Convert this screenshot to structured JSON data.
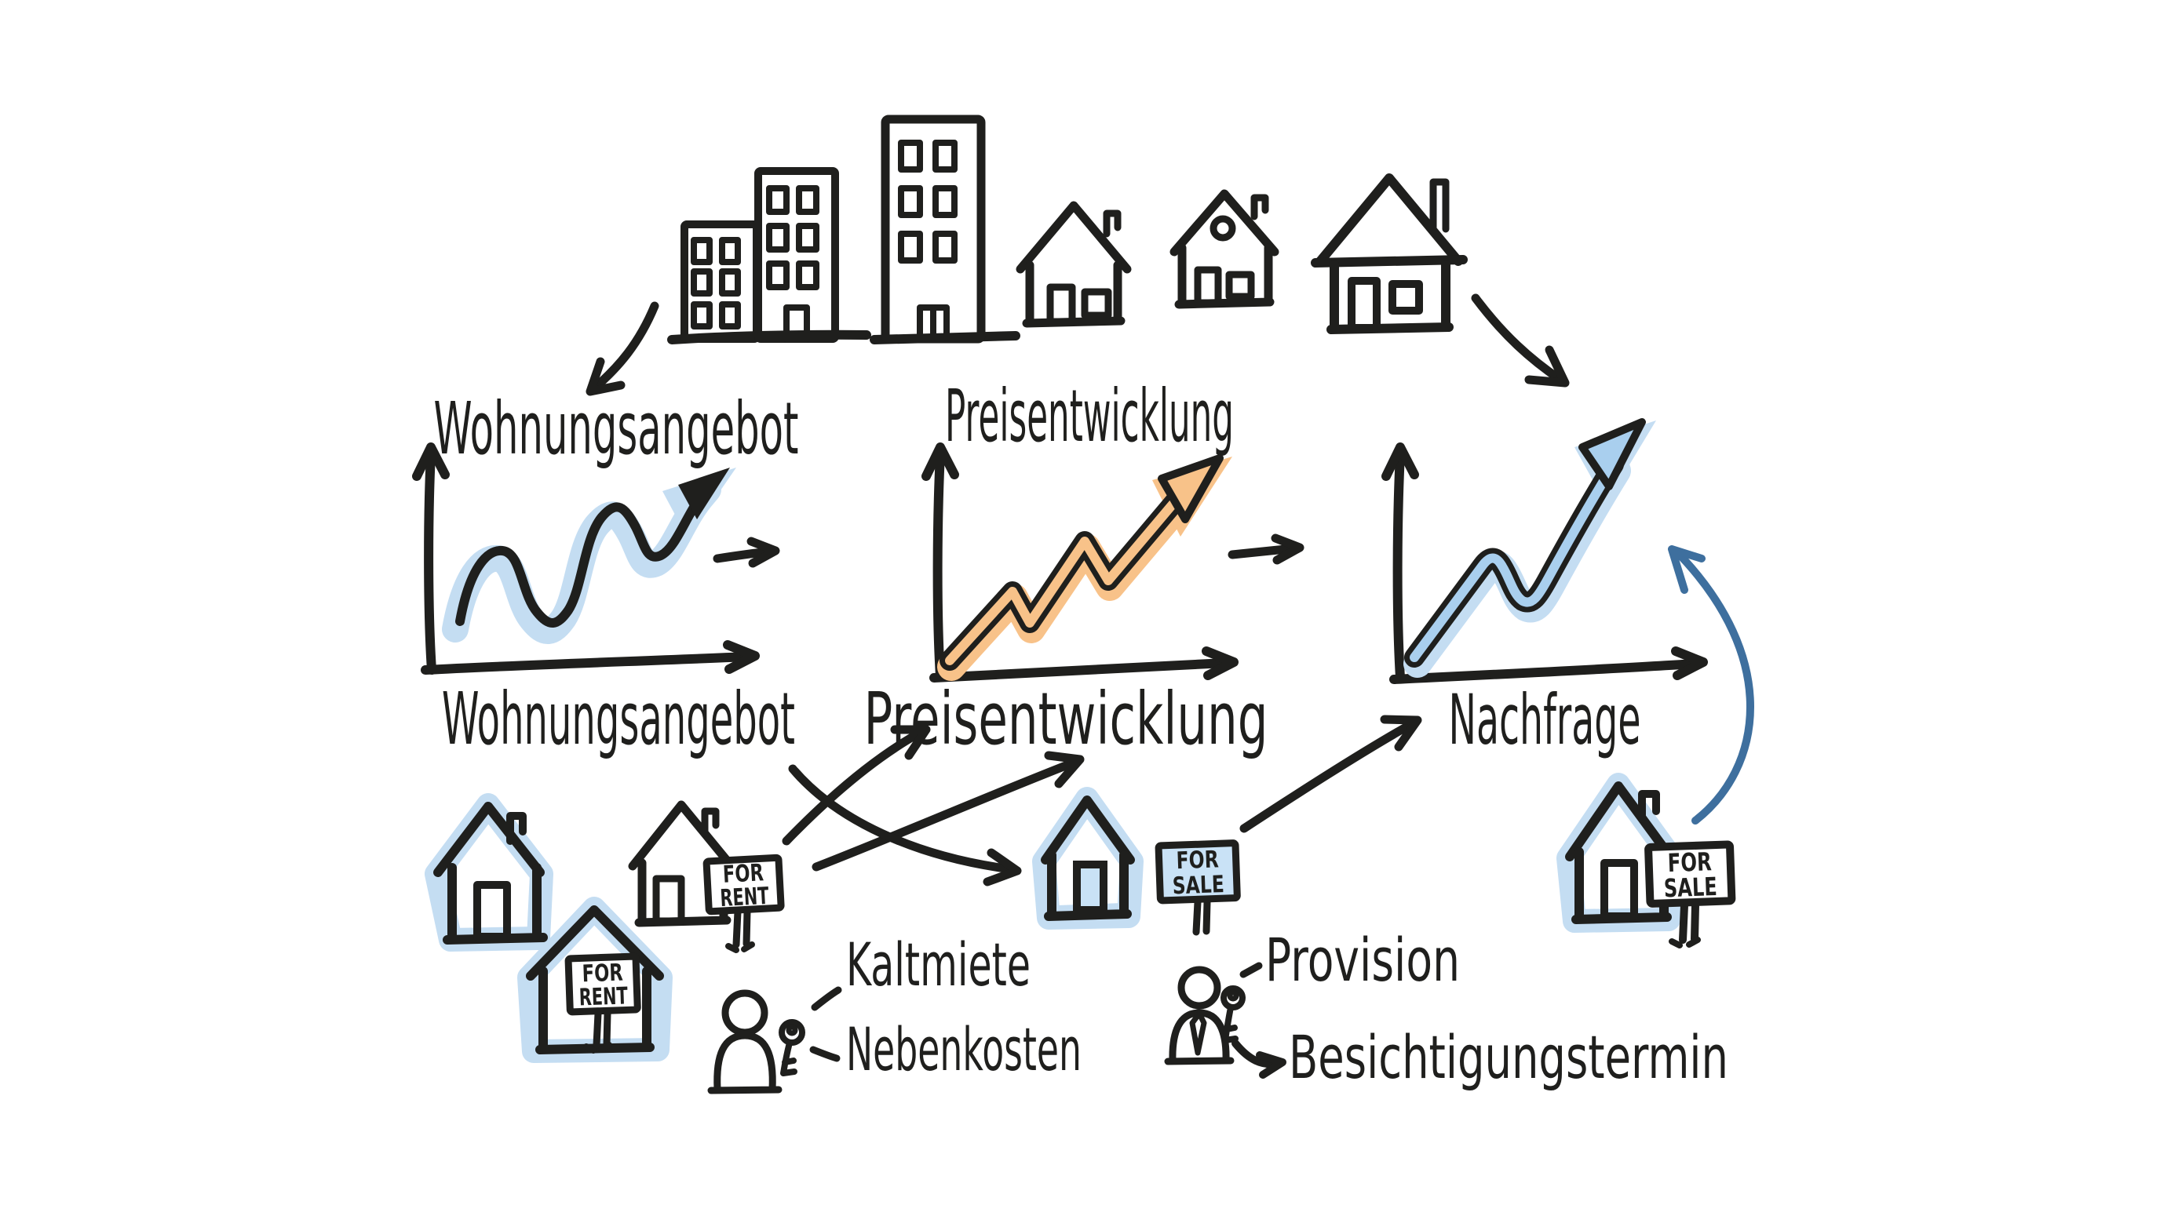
{
  "charts": [
    {
      "type": "line",
      "title_top": "Wohnungsangebot",
      "axis_label": "Wohnungsangebot",
      "trend": "wavy rising curve ending in up-right arrow",
      "accent": "#c4ddf2"
    },
    {
      "type": "line",
      "title_top": "Preisentwicklung",
      "axis_label": "Preisentwicklung",
      "trend": "zigzag rising arrow",
      "accent": "#f8c289"
    },
    {
      "type": "line",
      "title_top": "",
      "axis_label": "Nachfrage",
      "trend": "rising arrow with small dip",
      "accent": "#a9cfee"
    }
  ],
  "signs": {
    "for_rent": {
      "line1": "FOR",
      "line2": "RENT"
    },
    "for_sale": {
      "line1": "FOR",
      "line2": "SALE"
    }
  },
  "annotations": {
    "kaltmiete": "Kaltmiete",
    "nebenkosten": "Nebenkosten",
    "provision": "Provision",
    "besichtigungstermin": "Besichtigungstermin"
  },
  "colors": {
    "ink": "#1f1f1d",
    "halo_blue": "#c4ddf2",
    "core_blue": "#a9cfee",
    "sign_blue": "#c9e2f6",
    "orange": "#f8c289",
    "arc_blue": "#3e6f9e"
  }
}
